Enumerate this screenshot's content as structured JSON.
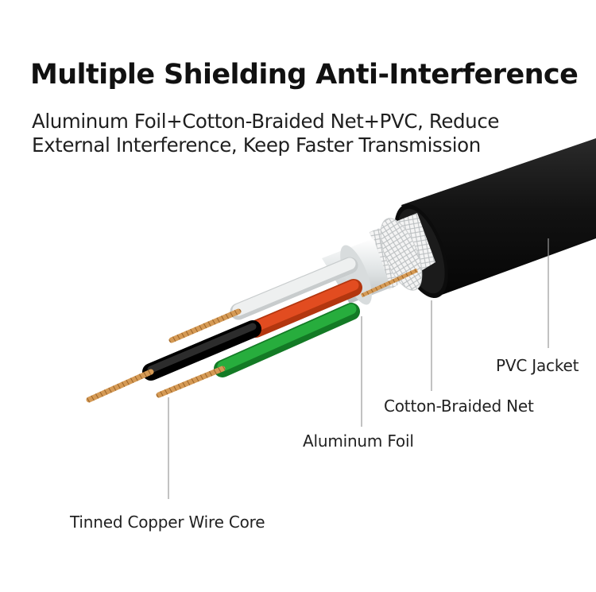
{
  "title": "Multiple Shielding Anti-Interference",
  "subtitle": {
    "line1": "Aluminum Foil+Cotton-Braided Net+PVC, Reduce",
    "line2": "External Interference, Keep Faster Transmission"
  },
  "labels": {
    "pvc_jacket": "PVC Jacket",
    "cotton_braided_net": "Cotton-Braided Net",
    "aluminum_foil": "Aluminum Foil",
    "tinned_copper_wire_core": "Tinned Copper Wire Core"
  },
  "colors": {
    "jacket": "#151515",
    "wire_white": "#e9ecec",
    "wire_red": "#d8431b",
    "wire_green": "#1e9c33",
    "wire_black": "#111111",
    "copper": "#d59a55",
    "foil": "#e6e9ea",
    "braid": "#f2f2f2"
  }
}
